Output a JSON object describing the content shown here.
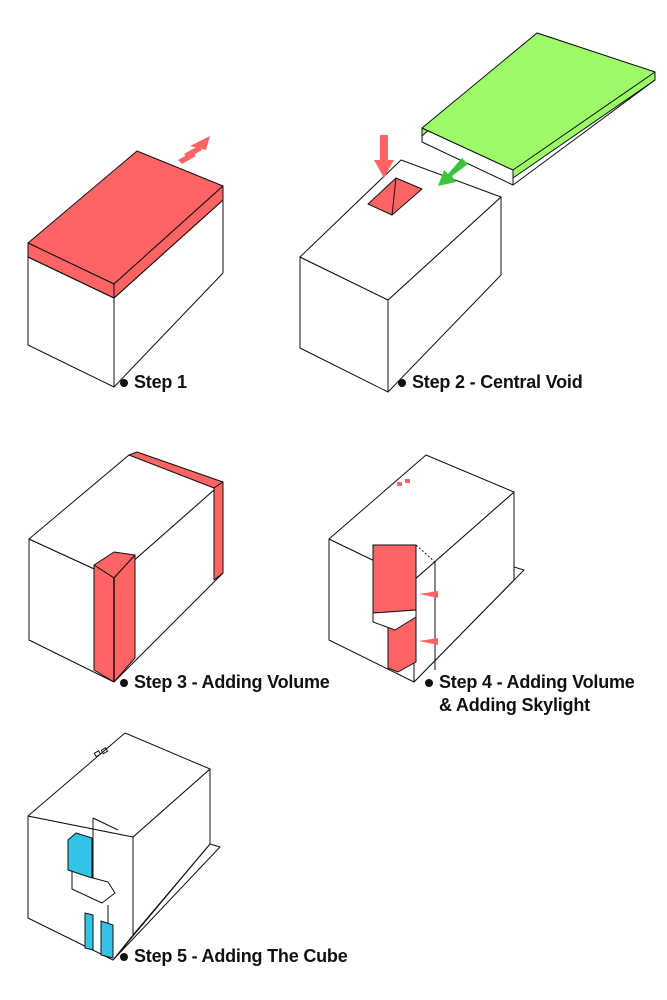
{
  "steps": [
    {
      "label": "Step 1"
    },
    {
      "label": "Step 2 - Central Void"
    },
    {
      "label": "Step 3 - Adding Volume"
    },
    {
      "label": "Step 4 - Adding Volume",
      "label_line2": "& Adding Skylight"
    },
    {
      "label": "Step 5 - Adding The Cube"
    }
  ],
  "colors": {
    "red": "#fe6464",
    "green": "#9cfb66",
    "green_arrow": "#3cc43c",
    "cyan": "#33c3e6",
    "line": "#111111"
  }
}
